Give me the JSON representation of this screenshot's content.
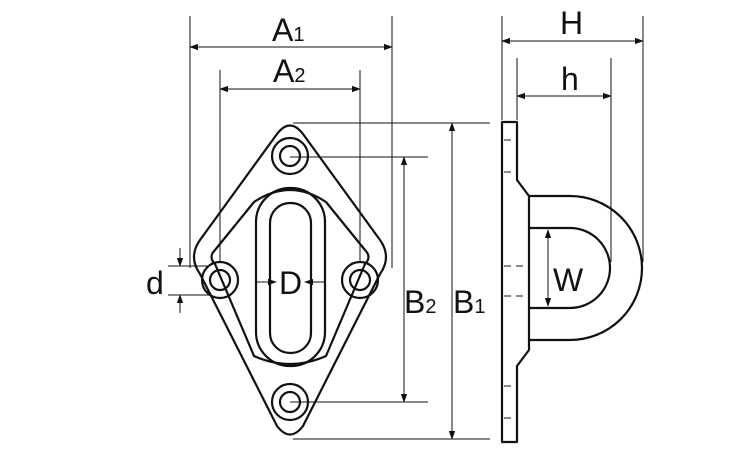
{
  "labels": {
    "a1": {
      "main": "A",
      "sub": "1"
    },
    "a2": {
      "main": "A",
      "sub": "2"
    },
    "b1": {
      "main": "B",
      "sub": "1"
    },
    "b2": {
      "main": "B",
      "sub": "2"
    },
    "d_small": "d",
    "d_large": "D",
    "h_large": "H",
    "h_small": "h",
    "w": "W"
  },
  "colors": {
    "line": "#111111",
    "background": "#ffffff"
  }
}
